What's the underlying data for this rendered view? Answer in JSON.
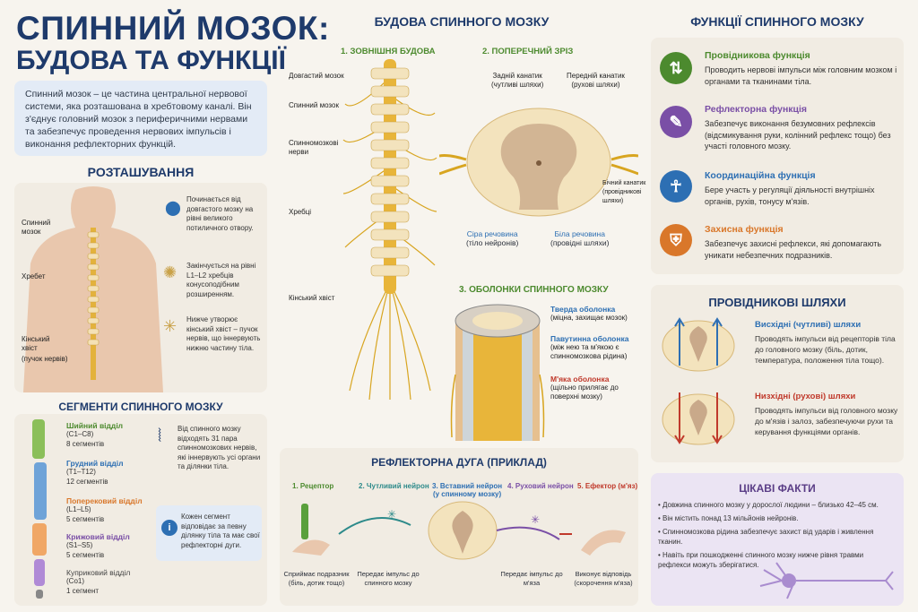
{
  "title": {
    "line1": "СПИННИЙ МОЗОК:",
    "line2": "БУДОВА ТА ФУНКЦІЇ"
  },
  "intro": "Спинний мозок – це частина центральної нервової системи, яка розташована в хребтовому каналі. Він з'єднує головний мозок з периферичними нервами та забезпечує проведення нервових імпульсів і виконання рефлекторних функцій.",
  "location": {
    "title": "РОЗТАШУВАННЯ",
    "labels": {
      "cord": "Спинний мозок",
      "spine": "Хребет",
      "tail": "Кінський хвіст",
      "tail2": "(пучок нервів)"
    },
    "items": [
      {
        "text": "Починається від довгастого мозку на рівні великого потиличного отвору."
      },
      {
        "text": "Закінчується на рівні L1–L2 хребців конусоподібним розширенням."
      },
      {
        "text": "Нижче утворює кінський хвіст – пучок нервів, що іннервують нижню частину тіла."
      }
    ]
  },
  "segments": {
    "title": "СЕГМЕНТИ СПИННОГО МОЗКУ",
    "list": [
      {
        "name": "Шийний відділ",
        "range": "(C1–C8)",
        "count": "8 сегментів",
        "color": "#4c8a2e"
      },
      {
        "name": "Грудний відділ",
        "range": "(T1–T12)",
        "count": "12 сегментів",
        "color": "#2d6fb3"
      },
      {
        "name": "Поперековий відділ",
        "range": "(L1–L5)",
        "count": "5 сегментів",
        "color": "#d9772a"
      },
      {
        "name": "Крижовий відділ",
        "range": "(S1–S5)",
        "count": "5 сегментів",
        "color": "#7a4fa6"
      },
      {
        "name": "Куприковий відділ",
        "range": "(Co1)",
        "count": "1 сегмент",
        "color": "#444444"
      }
    ],
    "note1": "Від спинного мозку відходять 31 пара спинномозкових нервів, які іннервують усі органи та ділянки тіла.",
    "note2": "Кожен сегмент відповідає за певну ділянку тіла та має свої рефлекторні дуги."
  },
  "structure": {
    "title": "БУДОВА СПИННОГО МОЗКУ",
    "external": "1. ЗОВНІШНЯ БУДОВА",
    "cross": "2. ПОПЕРЕЧНИЙ ЗРІЗ",
    "meninges": "3. ОБОЛОНКИ СПИННОГО МОЗКУ",
    "ext_labels": [
      "Довгастий мозок",
      "Спинний мозок",
      "Спинномозкові нерви",
      "Хребці",
      "Кінський хвіст"
    ],
    "cross_labels": {
      "posterior": "Задній канатик",
      "posterior2": "(чутливі шляхи)",
      "anterior": "Передній канатик",
      "anterior2": "(рухові шляхи)",
      "lateral": "Бічний канатик",
      "lateral2": "(провідникові шляхи)",
      "grey": "Сіра речовина",
      "grey2": "(тіло нейронів)",
      "white": "Біла речовина",
      "white2": "(провідні шляхи)"
    },
    "mem": [
      {
        "name": "Тверда оболонка",
        "desc": "(міцна, захищає мозок)"
      },
      {
        "name": "Павутинна оболонка",
        "desc": "(між нею та м'якою є спинномозкова рідина)"
      },
      {
        "name": "М'яка оболонка",
        "desc": "(щільно прилягає до поверхні мозку)"
      }
    ]
  },
  "reflex": {
    "title": "РЕФЛЕКТОРНА ДУГА (ПРИКЛАД)",
    "steps": [
      {
        "name": "1. Рецептор",
        "desc": "Сприймає подразник (біль, дотик тощо)",
        "color": "#4c8a2e"
      },
      {
        "name": "2. Чутливий нейрон",
        "desc": "Передає імпульс до спинного мозку",
        "color": "#2d8a8a"
      },
      {
        "name": "3. Вставний нейрон",
        "name2": "(у спинному мозку)",
        "desc": "",
        "color": "#2d6fb3"
      },
      {
        "name": "4. Руховий нейрон",
        "desc": "Передає імпульс до м'яза",
        "color": "#7a4fa6"
      },
      {
        "name": "5. Ефектор (м'яз)",
        "desc": "Виконує відповідь (скорочення м'яза)",
        "color": "#c0392b"
      }
    ]
  },
  "functions": {
    "title": "ФУНКЦІЇ СПИННОГО МОЗКУ",
    "items": [
      {
        "name": "Провідникова функція",
        "text": "Проводить нервові імпульси між головним мозком і органами та тканинами тіла.",
        "color": "#4c8a2e",
        "icon": "⇅"
      },
      {
        "name": "Рефлекторна функція",
        "text": "Забезпечує виконання безумовних рефлексів (відсмикування руки, колінний рефлекс тощо) без участі головного мозку.",
        "color": "#7a4fa6",
        "icon": "✎"
      },
      {
        "name": "Координаційна функція",
        "text": "Бере участь у регуляції діяльності внутрішніх органів, рухів, тонусу м'язів.",
        "color": "#2d6fb3",
        "icon": "☥"
      },
      {
        "name": "Захисна функція",
        "text": "Забезпечує захисні рефлекси, які допомагають уникати небезпечних подразників.",
        "color": "#d9772a",
        "icon": "⛨"
      }
    ]
  },
  "pathways": {
    "title": "ПРОВІДНИКОВІ ШЛЯХИ",
    "items": [
      {
        "name": "Висхідні (чутливі) шляхи",
        "text": "Проводять імпульси від рецепторів тіла до головного мозку (біль, дотик, температура, положення тіла тощо).",
        "color": "#2d6fb3"
      },
      {
        "name": "Низхідні (рухові) шляхи",
        "text": "Проводять імпульси від головного мозку до м'язів і залоз, забезпечуючи рухи та керування функціями органів.",
        "color": "#c0392b"
      }
    ]
  },
  "facts": {
    "title": "ЦІКАВІ ФАКТИ",
    "items": [
      "Довжина спинного мозку у дорослої людини – близько 42–45 см.",
      "Він містить понад 13 мільйонів нейронів.",
      "Спинномозкова рідина забезпечує захист від ударів і живлення тканин.",
      "Навіть при пошкодженні спинного мозку нижче рівня травми рефлекси можуть зберігатися."
    ]
  }
}
